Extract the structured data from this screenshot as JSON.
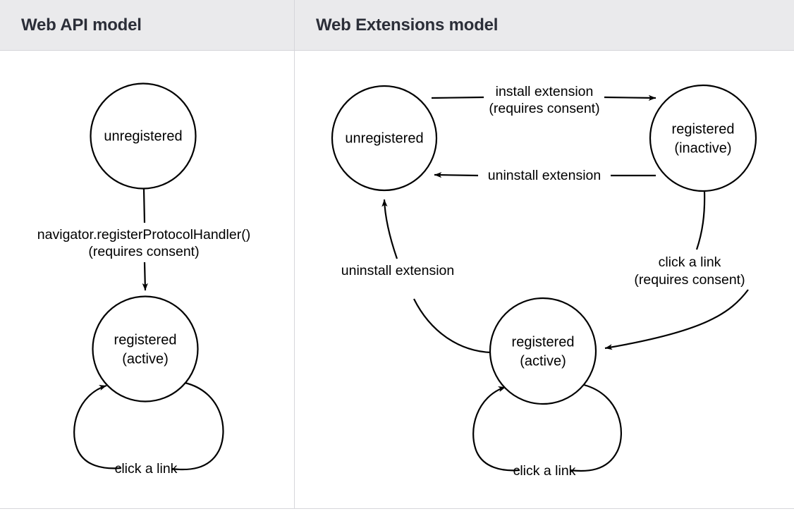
{
  "panels": [
    {
      "title": "Web API model",
      "nodes": [
        {
          "id": "unregistered",
          "lines": [
            "unregistered"
          ]
        },
        {
          "id": "registered-active",
          "lines": [
            "registered",
            "(active)"
          ]
        }
      ],
      "edges": [
        {
          "id": "register-protocol-handler",
          "from": "unregistered",
          "to": "registered-active",
          "lines": [
            "navigator.registerProtocolHandler()",
            "(requires consent)"
          ]
        },
        {
          "id": "self-click-a-link",
          "from": "registered-active",
          "to": "registered-active",
          "lines": [
            "click a link"
          ]
        }
      ]
    },
    {
      "title": "Web Extensions model",
      "nodes": [
        {
          "id": "unregistered",
          "lines": [
            "unregistered"
          ]
        },
        {
          "id": "registered-inactive",
          "lines": [
            "registered",
            "(inactive)"
          ]
        },
        {
          "id": "registered-active",
          "lines": [
            "registered",
            "(active)"
          ]
        }
      ],
      "edges": [
        {
          "id": "install-extension",
          "from": "unregistered",
          "to": "registered-inactive",
          "lines": [
            "install extension",
            "(requires consent)"
          ]
        },
        {
          "id": "uninstall-extension-inactive",
          "from": "registered-inactive",
          "to": "unregistered",
          "lines": [
            "uninstall extension"
          ]
        },
        {
          "id": "click-a-link-consent",
          "from": "registered-inactive",
          "to": "registered-active",
          "lines": [
            "click a link",
            "(requires consent)"
          ]
        },
        {
          "id": "uninstall-extension-active",
          "from": "registered-active",
          "to": "unregistered",
          "lines": [
            "uninstall extension"
          ]
        },
        {
          "id": "self-click-a-link",
          "from": "registered-active",
          "to": "registered-active",
          "lines": [
            "click a link"
          ]
        }
      ]
    }
  ],
  "colors": {
    "header_background": "#eaeaec",
    "header_text": "#2b2e38",
    "border": "#d6d6da",
    "stroke": "#000000",
    "node_fill": "#ffffff",
    "page_background": "#ffffff"
  }
}
